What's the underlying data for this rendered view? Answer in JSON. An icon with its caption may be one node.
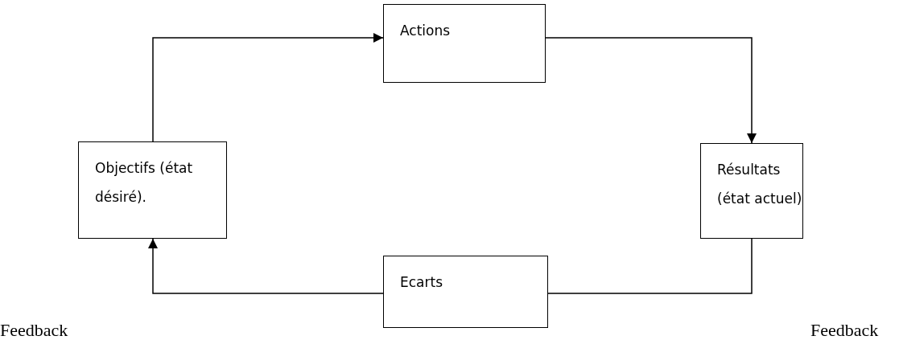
{
  "diagram": {
    "nodes": [
      {
        "text": [
          "Actions"
        ]
      },
      {
        "text": [
          "Objectifs (état désiré)."
        ]
      },
      {
        "text": [
          "Résultats (état actuel)"
        ]
      },
      {
        "text": [
          "Ecarts"
        ]
      }
    ],
    "edges": [
      {
        "from": 1,
        "to": 0,
        "arrow": "to"
      },
      {
        "from": 0,
        "to": 2,
        "arrow": "to"
      },
      {
        "from": 2,
        "to": 3,
        "arrow": "none"
      },
      {
        "from": 3,
        "to": 1,
        "arrow": "to"
      }
    ],
    "labels": [
      "Feedback",
      "Feedback"
    ]
  }
}
